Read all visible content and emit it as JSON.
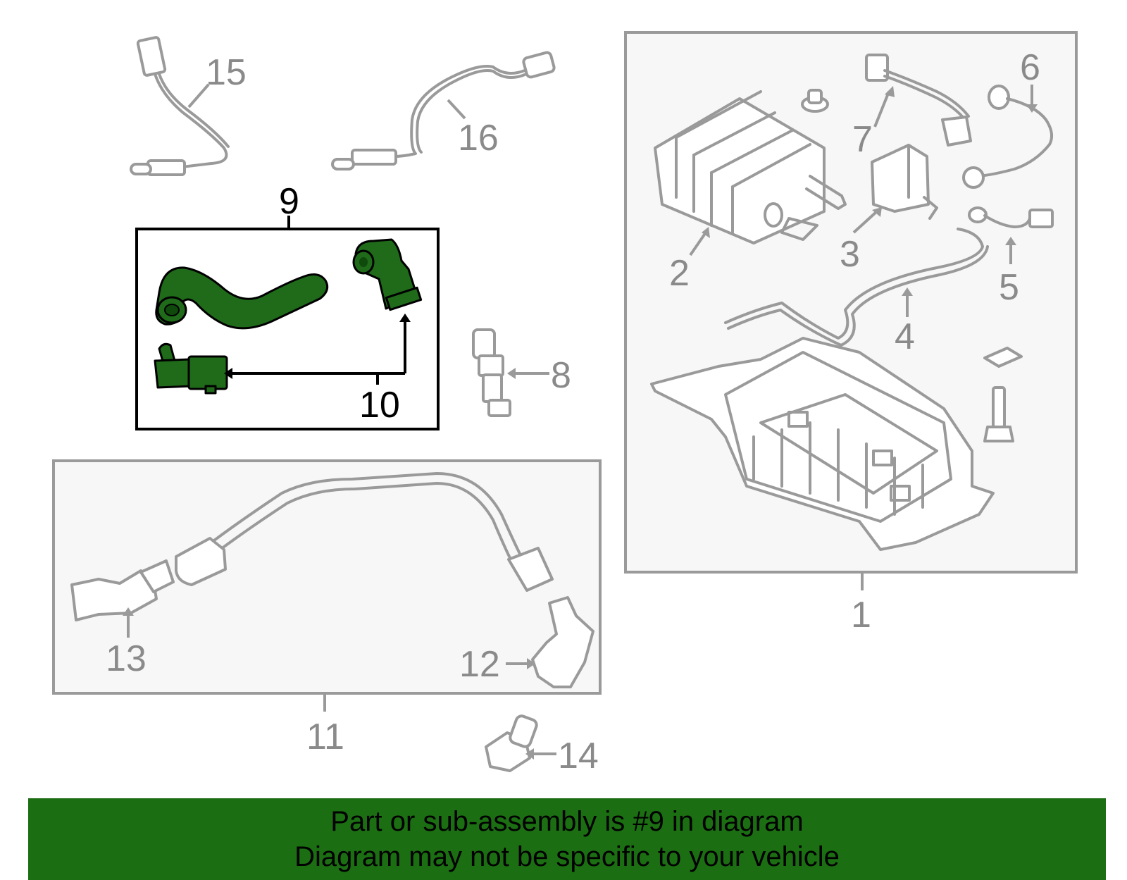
{
  "colors": {
    "highlight_part": "#1f6b1a",
    "banner_background": "#1c6e13",
    "ghost_part": "#9a9a9a",
    "group_box_fill": "#f7f7f7"
  },
  "callouts": {
    "c1": "1",
    "c2": "2",
    "c3": "3",
    "c4": "4",
    "c5": "5",
    "c6": "6",
    "c7": "7",
    "c8": "8",
    "c9": "9",
    "c10": "10",
    "c11": "11",
    "c12": "12",
    "c13": "13",
    "c14": "14",
    "c15": "15",
    "c16": "16"
  },
  "highlighted_callout": "9",
  "banner": {
    "line1": "Part or sub-assembly is #9 in diagram",
    "line2": "Diagram may not be specific to your vehicle"
  }
}
